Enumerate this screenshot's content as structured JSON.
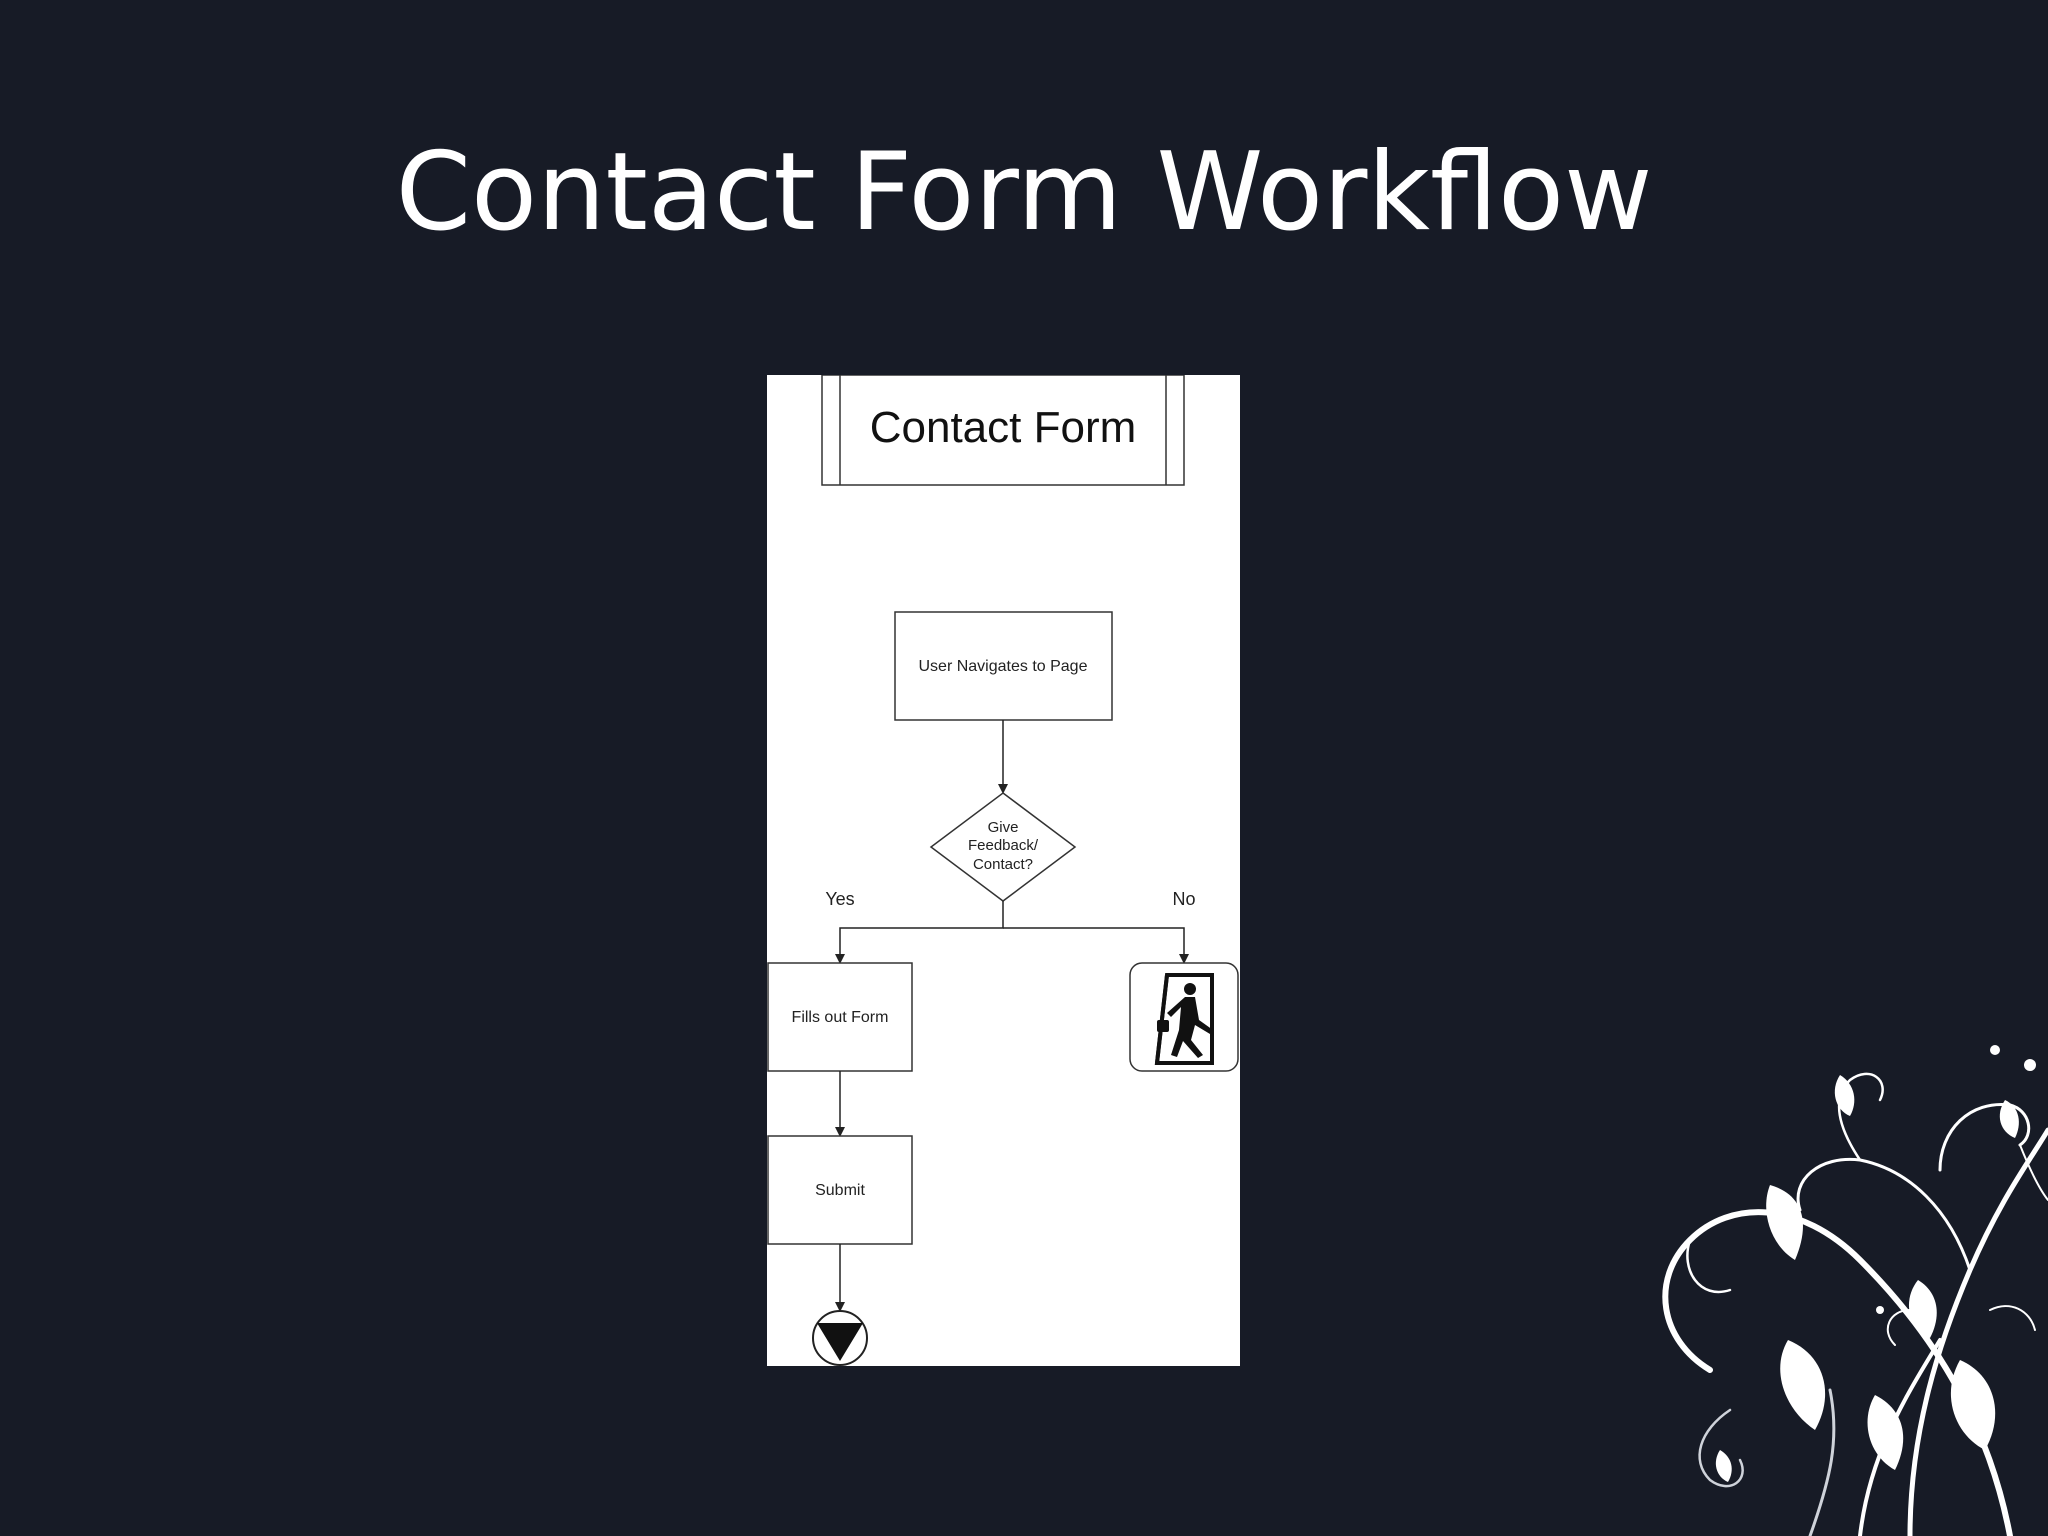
{
  "slide": {
    "title": "Contact Form Workflow"
  },
  "diagram": {
    "header": "Contact Form",
    "nodes": {
      "navigate": "User Navigates to Page",
      "decision_line1": "Give",
      "decision_line2": "Feedback/",
      "decision_line3": "Contact?",
      "fill_form": "Fills out Form",
      "submit": "Submit"
    },
    "branches": {
      "yes": "Yes",
      "no": "No"
    },
    "icons": {
      "exit": "exit-door-icon",
      "end": "end-terminator-icon"
    }
  },
  "colors": {
    "background": "#171b26",
    "title": "#ffffff",
    "diagram_bg": "#ffffff",
    "diagram_stroke": "#222222"
  }
}
